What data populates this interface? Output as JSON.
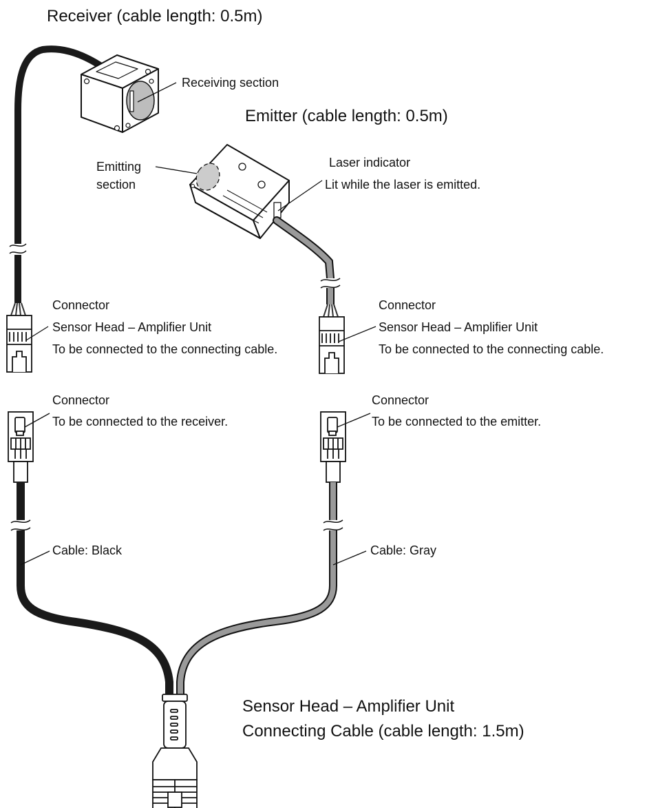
{
  "titles": {
    "receiver": "Receiver (cable length: 0.5m)",
    "emitter": "Emitter (cable length: 0.5m)",
    "cable_line1": "Sensor Head – Amplifier Unit",
    "cable_line2": "Connecting Cable (cable length: 1.5m)"
  },
  "callouts": {
    "receiving_section": "Receiving section",
    "emitting_section_line1": "Emitting",
    "emitting_section_line2": "section",
    "laser_indicator_title": "Laser indicator",
    "laser_indicator_desc": "Lit while the laser is emitted.",
    "receiver_connector": {
      "title": "Connector",
      "line1": "Sensor Head – Amplifier Unit",
      "line2": "To be connected to the connecting cable."
    },
    "emitter_connector": {
      "title": "Connector",
      "line1": "Sensor Head – Amplifier Unit",
      "line2": "To be connected to the connecting cable."
    },
    "cable_connector_receiver": {
      "title": "Connector",
      "desc": "To be connected to the receiver."
    },
    "cable_connector_emitter": {
      "title": "Connector",
      "desc": "To be connected to the emitter."
    },
    "cable_black": "Cable: Black",
    "cable_gray": "Cable: Gray"
  },
  "colors": {
    "black_cable": "#1a1a1a",
    "gray_cable": "#9a9a9a",
    "body_fill": "#ffffff",
    "lens_fill": "#bdbdbd"
  }
}
